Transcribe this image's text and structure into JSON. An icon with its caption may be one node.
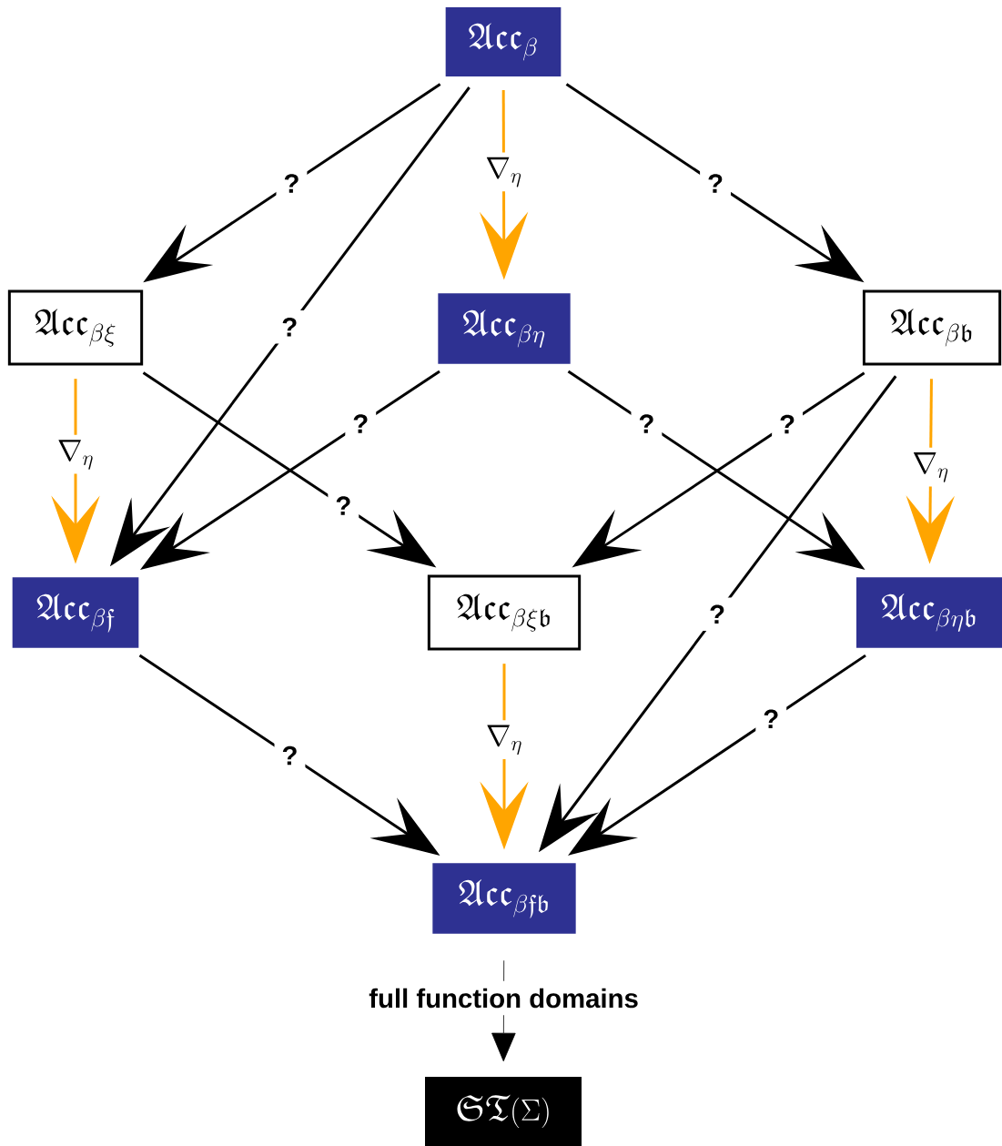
{
  "diagram": {
    "nodes": [
      {
        "text": [
          "\\mathfrak{Acc}_{\\beta}"
        ]
      },
      {
        "text": [
          "\\mathfrak{Acc}_{\\beta\\xi}"
        ]
      },
      {
        "text": [
          "\\mathfrak{Acc}_{\\beta\\eta}"
        ]
      },
      {
        "text": [
          "\\mathfrak{Acc}_{\\beta\\mathfrak{b}}"
        ]
      },
      {
        "text": [
          "\\mathfrak{Acc}_{\\beta\\mathfrak{f}}"
        ]
      },
      {
        "text": [
          "\\mathfrak{Acc}_{\\beta\\xi\\mathfrak{b}}"
        ]
      },
      {
        "text": [
          "\\mathfrak{Acc}_{\\beta\\eta\\mathfrak{b}}"
        ]
      },
      {
        "text": [
          "\\mathfrak{Acc}_{\\beta\\mathfrak{f}\\mathfrak{b}}"
        ]
      },
      {
        "text": [
          "\\mathfrak{ST}(\\Sigma)"
        ]
      }
    ],
    "edges": [
      {
        "from": 0,
        "to": 1,
        "arrow": "to",
        "label": "?"
      },
      {
        "from": 0,
        "to": 4,
        "arrow": "to",
        "label": "?"
      },
      {
        "from": 0,
        "to": 2,
        "arrow": "to",
        "label": "\\nabla_{\\eta}",
        "color": "#ffa500"
      },
      {
        "from": 0,
        "to": 3,
        "arrow": "to",
        "label": "?"
      },
      {
        "from": 1,
        "to": 4,
        "arrow": "to",
        "label": "\\nabla_{\\eta}",
        "color": "#ffa500"
      },
      {
        "from": 1,
        "to": 5,
        "arrow": "to",
        "label": "?"
      },
      {
        "from": 2,
        "to": 4,
        "arrow": "to",
        "label": "?"
      },
      {
        "from": 2,
        "to": 6,
        "arrow": "to",
        "label": "?"
      },
      {
        "from": 3,
        "to": 5,
        "arrow": "to",
        "label": "?"
      },
      {
        "from": 3,
        "to": 7,
        "arrow": "to",
        "label": "?"
      },
      {
        "from": 3,
        "to": 6,
        "arrow": "to",
        "label": "\\nabla_{\\eta}",
        "color": "#ffa500"
      },
      {
        "from": 4,
        "to": 7,
        "arrow": "to",
        "label": "?"
      },
      {
        "from": 5,
        "to": 7,
        "arrow": "to",
        "label": "\\nabla_{\\eta}",
        "color": "#ffa500"
      },
      {
        "from": 6,
        "to": 7,
        "arrow": "to",
        "label": "?"
      },
      {
        "from": 7,
        "to": 8,
        "arrow": "to",
        "label": "full function domains"
      }
    ]
  }
}
